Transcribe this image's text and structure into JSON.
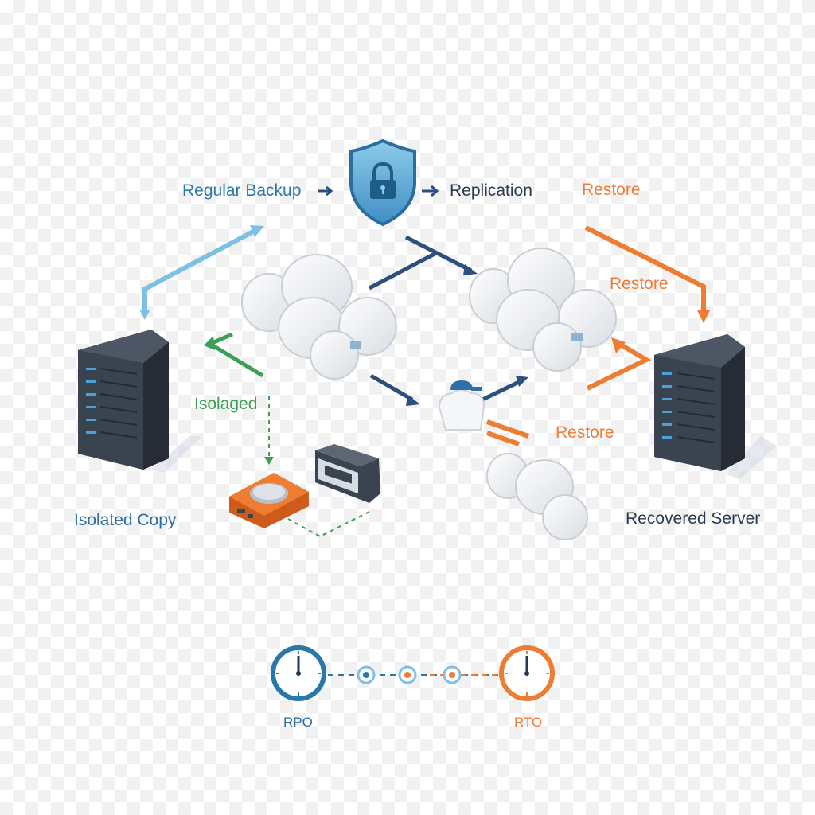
{
  "labels": {
    "regular_backup": "Regular Backup",
    "replication": "Replication",
    "restore_top": "Restore",
    "restore_mid": "Restore",
    "restore_bottom": "Restore",
    "isolated": "Isolaged",
    "isolated_copy": "Isolated Copy",
    "recovered_server": "Recovered Server",
    "rpo": "RPO",
    "rto": "RTO"
  },
  "colors": {
    "backup_blue": "#2a78a8",
    "light_blue": "#7ec0e4",
    "navy": "#2d4f7c",
    "restore_orange": "#ee7d34",
    "isolated_green": "#3e9e55",
    "server_body": "#3a4350",
    "text_dark": "#2b3a4e"
  },
  "icons": {
    "shield": "shield-lock-icon",
    "server_left": "server-rack-icon",
    "server_right": "server-rack-icon",
    "clouds": "cloud-storage-icon",
    "drive": "external-drive-icon",
    "tape": "tape-cartridge-icon",
    "clock": "clock-icon"
  }
}
